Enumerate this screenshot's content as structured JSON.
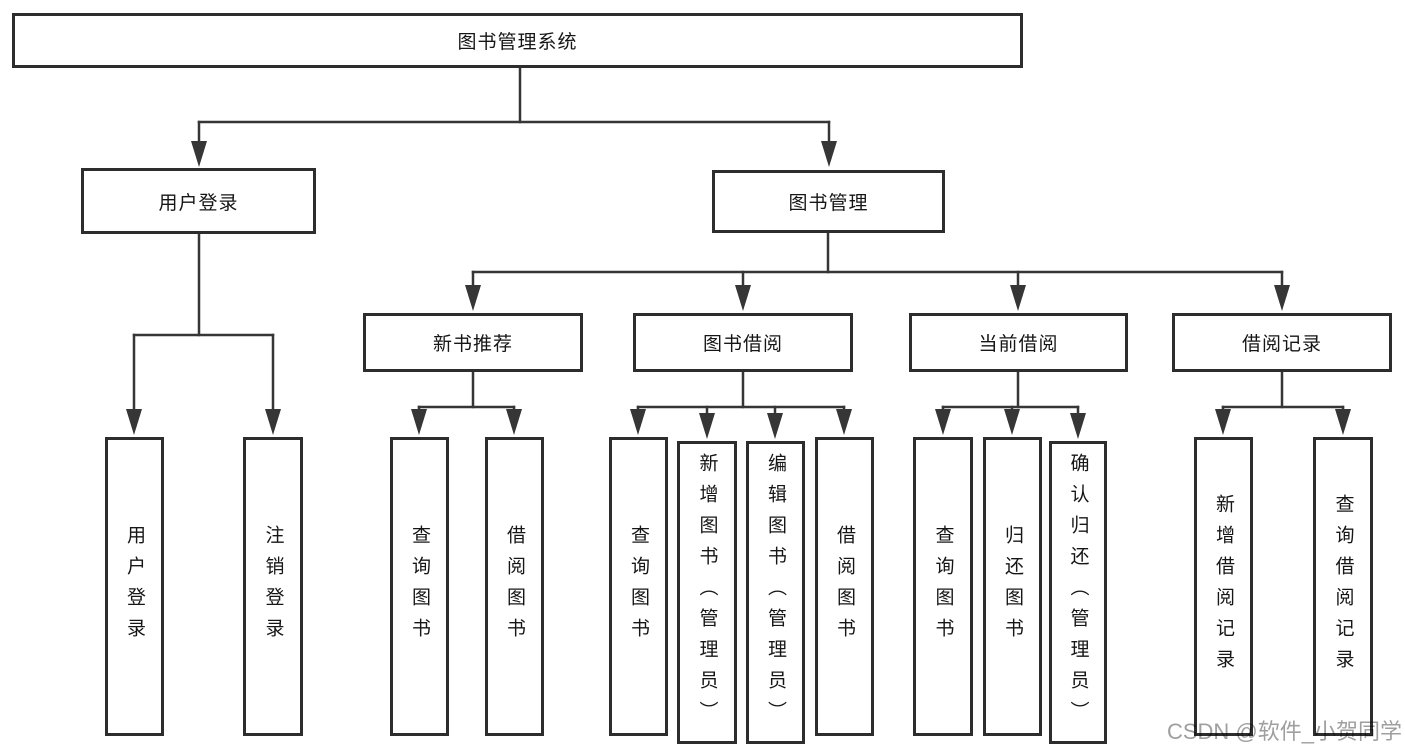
{
  "diagram": {
    "root": {
      "label": "图书管理系统"
    },
    "branches": [
      {
        "label": "用户登录",
        "children": [
          {
            "label": "用户登录"
          },
          {
            "label": "注销登录"
          }
        ]
      },
      {
        "label": "图书管理",
        "children": [
          {
            "label": "新书推荐",
            "children": [
              {
                "label": "查询图书"
              },
              {
                "label": "借阅图书"
              }
            ]
          },
          {
            "label": "图书借阅",
            "children": [
              {
                "label": "查询图书"
              },
              {
                "label": "新增图书（管理员）"
              },
              {
                "label": "编辑图书（管理员）"
              },
              {
                "label": "借阅图书"
              }
            ]
          },
          {
            "label": "当前借阅",
            "children": [
              {
                "label": "查询图书"
              },
              {
                "label": "归还图书"
              },
              {
                "label": "确认归还（管理员）"
              }
            ]
          },
          {
            "label": "借阅记录",
            "children": [
              {
                "label": "新增借阅记录"
              },
              {
                "label": "查询借阅记录"
              }
            ]
          }
        ]
      }
    ]
  },
  "watermark": {
    "text": "CSDN @软件_小贺同学"
  },
  "colors": {
    "line": "#363636",
    "box_border": "#2d2d2d",
    "watermark": "#9f9f9f"
  }
}
